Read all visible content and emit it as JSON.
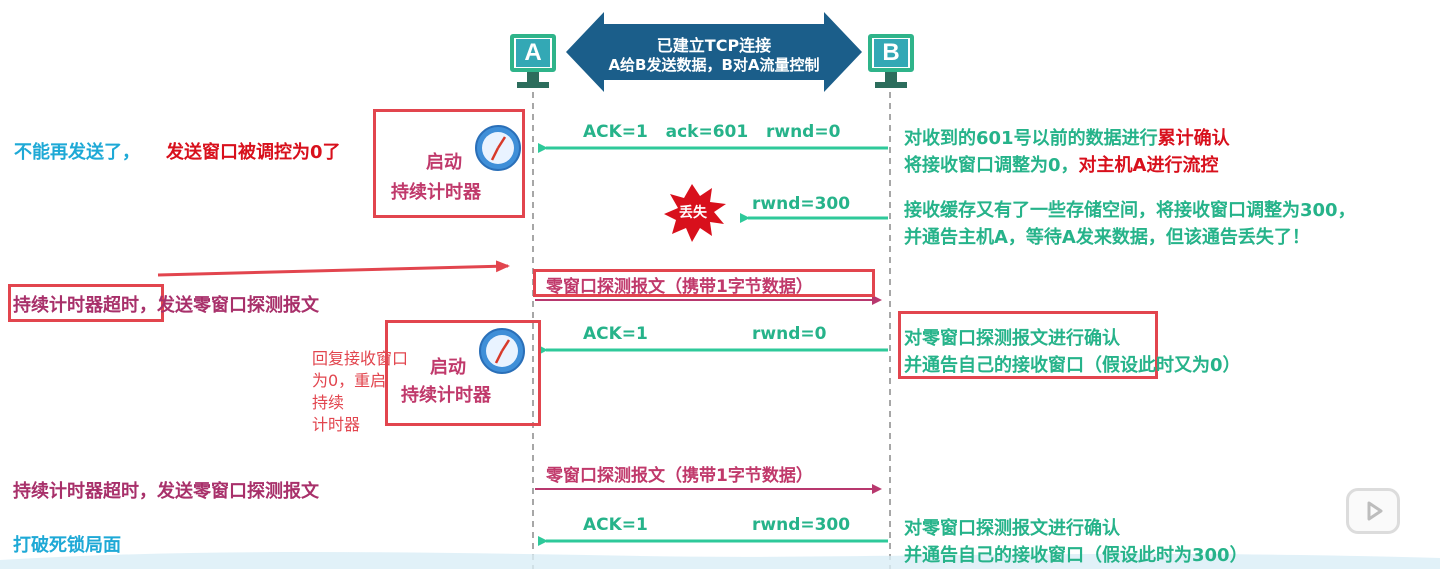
{
  "hosts": {
    "a": "A",
    "b": "B"
  },
  "header": {
    "line1": "已建立TCP连接",
    "line2": "A给B发送数据，B对A流量控制"
  },
  "left": {
    "cannot_send_1": "不能再发送了，",
    "cannot_send_2": "发送窗口被调控为0了",
    "timeout_send_1": "持续计时器超时，发送零窗口探测报文",
    "timeout_send_2": "持续计时器超时，发送零窗口探测报文",
    "break_deadlock": "打破死锁局面",
    "handwritten_note": [
      "回复接收窗口",
      "为0，重启",
      "持续",
      "计时器"
    ]
  },
  "timer_boxes": [
    {
      "line1": "启动",
      "line2": "持续计时器"
    },
    {
      "line1": "启动",
      "line2": "持续计时器"
    }
  ],
  "messages": [
    {
      "label": "ACK=1   ack=601   rwnd=0"
    },
    {
      "label": "rwnd=300",
      "lost_badge": "丢失"
    },
    {
      "label": "零窗口探测报文（携带1字节数据）"
    },
    {
      "label_left": "ACK=1",
      "label_right": "rwnd=0"
    },
    {
      "label": "零窗口探测报文（携带1字节数据）"
    },
    {
      "label_left": "ACK=1",
      "label_right": "rwnd=300"
    }
  ],
  "right": {
    "m1_line1_a": "对收到的601号以前的数据进行",
    "m1_line1_b": "累计确认",
    "m1_line2_a": "将接收窗口调整为0，",
    "m1_line2_b": "对主机A进行流控",
    "m2_line1": "接收缓存又有了一些存储空间，将接收窗口调整为300，",
    "m2_line2": "并通告主机A，等待A发来数据，但该通告丢失了！",
    "m3_line1": "对零窗口探测报文进行确认",
    "m3_line2": "并通告自己的接收窗口（假设此时又为0）",
    "m4_line1": "对零窗口探测报文进行确认",
    "m4_line2": "并通告自己的接收窗口（假设此时为300）"
  },
  "colors": {
    "teal": "#26b38a",
    "pink": "#c0396b",
    "red": "#d8101c",
    "cyan": "#1ea9d6",
    "box": "#e2454e",
    "header": "#1b5e8a"
  },
  "icons": [
    "clock-icon",
    "clock-icon",
    "burst-icon",
    "play-icon"
  ]
}
